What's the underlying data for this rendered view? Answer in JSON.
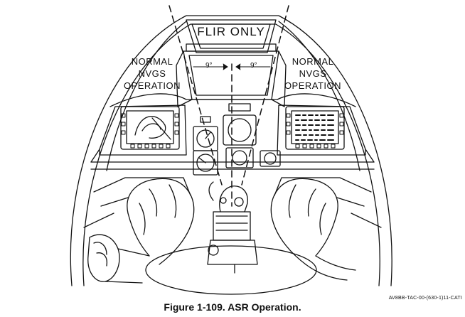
{
  "labels": {
    "flir_only": "FLIR ONLY",
    "normal_left": [
      "NORMAL",
      "NVGS",
      "OPERATION"
    ],
    "normal_right": [
      "NORMAL",
      "NVGS",
      "OPERATION"
    ],
    "angle_left": "9°",
    "angle_right": "9°"
  },
  "drawing_id": "AV8BB-TAC-00-(630-1)11-CATI",
  "caption": "Figure 1-109. ASR Operation."
}
